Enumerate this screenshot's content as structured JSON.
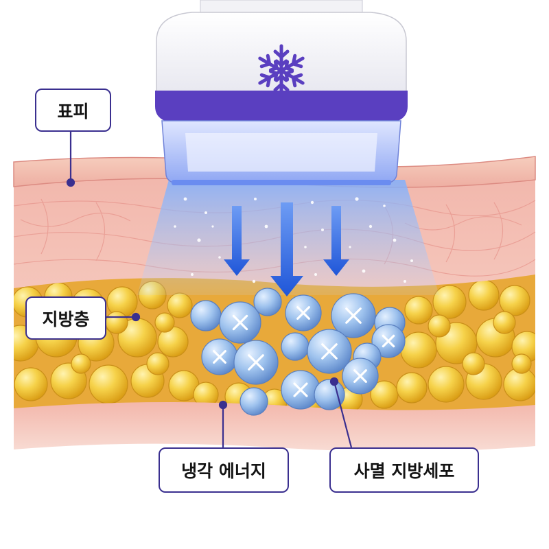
{
  "labels": {
    "epidermis": "표피",
    "fat_layer": "지방층",
    "cooling_energy": "냉각 에너지",
    "dead_fat_cells": "사멸 지방세포"
  },
  "icons": {
    "device": "snowflake-icon",
    "dead_cell_mark": "x-mark-icon"
  },
  "colors": {
    "accent": "#5a3fc0",
    "label_border": "#3a2f8f",
    "skin": "#f2b6ac",
    "fat": "#f3c937",
    "cooling": "#3f73ea",
    "dead_cell": "#8fb6e8"
  }
}
